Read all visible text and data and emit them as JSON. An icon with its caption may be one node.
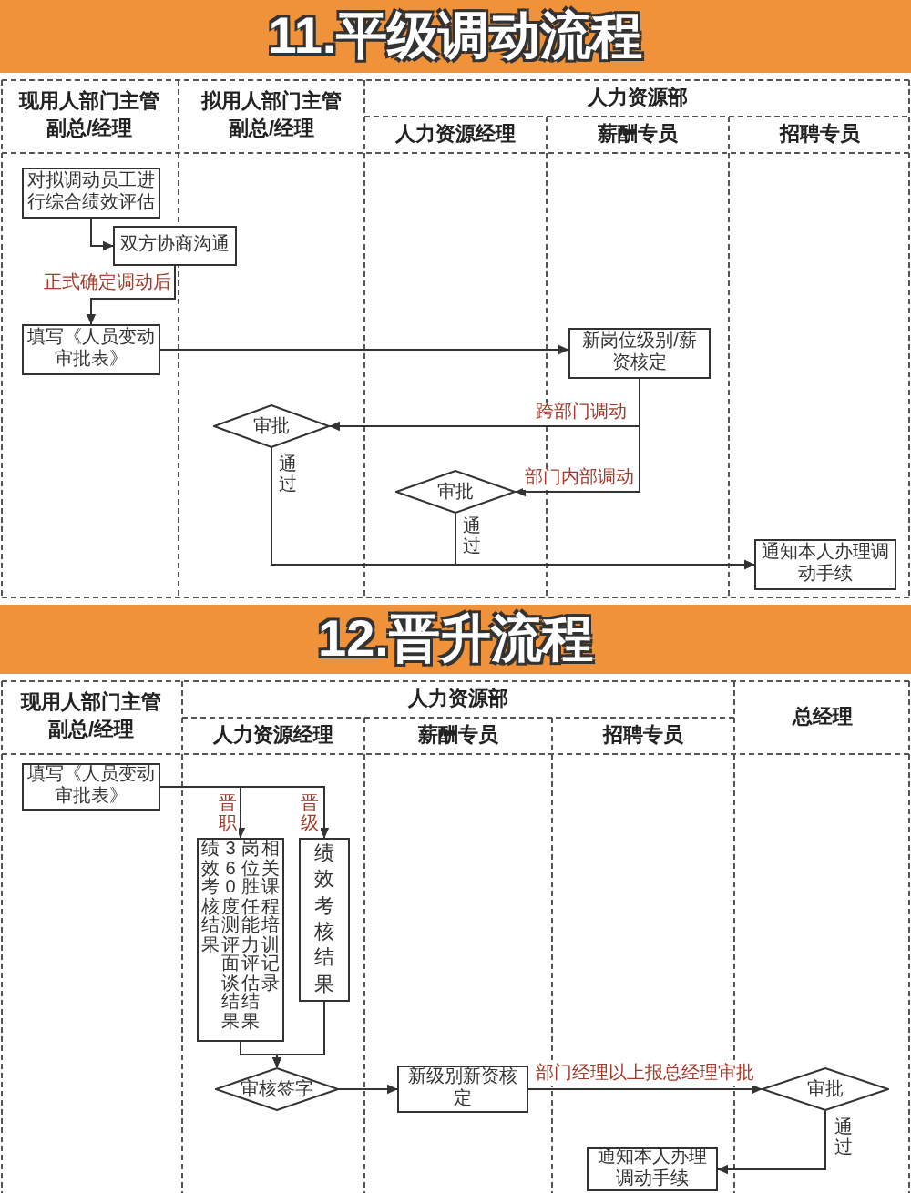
{
  "diagram": {
    "nodes": [
      {
        "text": [
          "11.平级调动流程"
        ]
      },
      {
        "text": [
          "对拟调动员工进行综合绩效评估"
        ]
      },
      {
        "text": [
          "双方协商沟通"
        ]
      },
      {
        "text": [
          "填写《人员变动审批表》"
        ]
      },
      {
        "text": [
          "新岗位级别/薪资核定"
        ]
      },
      {
        "text": [
          "审批"
        ]
      },
      {
        "text": [
          "审批"
        ]
      },
      {
        "text": [
          "通知本人办理调动手续"
        ]
      },
      {
        "text": [
          "12.晋升流程"
        ]
      },
      {
        "text": [
          "填写《人员变动审批表》"
        ]
      },
      {
        "text": [
          "相关课程培训记录",
          "岗位胜任能力评估结果",
          "360度测评面谈结果",
          "绩效考核结果"
        ]
      },
      {
        "text": [
          "绩效考核结果"
        ]
      },
      {
        "text": [
          "审核签字"
        ]
      },
      {
        "text": [
          "新级别新资核定"
        ]
      },
      {
        "text": [
          "审批"
        ]
      },
      {
        "text": [
          "通知本人办理调动手续"
        ]
      }
    ],
    "edges": [
      {
        "from": 1,
        "to": 2,
        "arrow": "to"
      },
      {
        "from": 2,
        "to": 3,
        "arrow": "to",
        "label": "正式确定调动后"
      },
      {
        "from": 3,
        "to": 4,
        "arrow": "to"
      },
      {
        "from": 4,
        "to": 5,
        "arrow": "to",
        "label": "跨部门调动"
      },
      {
        "from": 4,
        "to": 6,
        "arrow": "to",
        "label": "部门内部调动"
      },
      {
        "from": 5,
        "to": 7,
        "arrow": "to",
        "label": "通过"
      },
      {
        "from": 6,
        "to": 7,
        "arrow": "to",
        "label": "通过"
      },
      {
        "from": 9,
        "to": 10,
        "arrow": "to",
        "label": "晋职"
      },
      {
        "from": 9,
        "to": 11,
        "arrow": "to",
        "label": "晋级"
      },
      {
        "from": 10,
        "to": 12,
        "arrow": "to"
      },
      {
        "from": 11,
        "to": 12,
        "arrow": "to"
      },
      {
        "from": 12,
        "to": 13,
        "arrow": "to"
      },
      {
        "from": 13,
        "to": 14,
        "arrow": "to",
        "label": "部门经理以上报总经理审批"
      },
      {
        "from": 14,
        "to": 15,
        "arrow": "to",
        "label": "通过"
      }
    ],
    "labels": [
      "现用人部门主管副总/经理",
      "拟用人部门主管副总/经理",
      "人力资源部",
      "人力资源经理",
      "薪酬专员",
      "招聘专员",
      "现用人部门主管副总/经理",
      "人力资源部",
      "人力资源经理",
      "薪酬专员",
      "招聘专员",
      "总经理"
    ]
  }
}
